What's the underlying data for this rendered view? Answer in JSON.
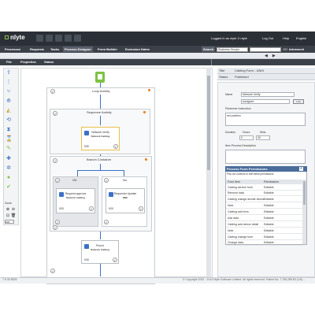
{
  "app": {
    "logo_text": "nlyte"
  },
  "toplinks": {
    "user": "Logged in as nlyte X nlyte",
    "logout": "Log Out",
    "help": "Help",
    "language": "English"
  },
  "nav": {
    "tabs": [
      "Processes",
      "Requests",
      "Tasks",
      "Process Designer",
      "Form Builder",
      "Exclusion Dates"
    ],
    "active": "Process Designer"
  },
  "search": {
    "label": "Search",
    "selected": "Business Groups",
    "go": "GO",
    "advanced": "Advanced"
  },
  "subtabs": {
    "file": "File",
    "properties": "Properties",
    "status": "Status"
  },
  "canvas": {
    "loop_title": "Loop Activity",
    "seq_title": "Sequence Activity",
    "network_verify": {
      "name": "Network Verify",
      "sub": "Network Cabling",
      "id": "930"
    },
    "branch_title": "Branch Container",
    "branch_ok": "OK",
    "branch_no": "No",
    "request_approve": {
      "name": "Request approve",
      "sub": "Network Cabling",
      "id": "920"
    },
    "requestor_update": {
      "name": "Requestor Update",
      "sub": "NNE",
      "id": "920"
    },
    "punch": {
      "name": "Punch",
      "sub": "Network Cabling",
      "id": "940"
    }
  },
  "zoom": {
    "label": "Zoom",
    "value": "100"
  },
  "footer": {
    "version": "7.5.30.8525",
    "copyright": "© Copyright 2002 - 2014 Nlyte Software Limited. All rights reserved. Patent No. 7,765,286 B2 (US) ..."
  },
  "details": {
    "title_key": "Title",
    "title_val": "Cabling Form - UNIX",
    "status_key": "Status",
    "status_val": "Published"
  },
  "form": {
    "name_label": "Name",
    "name_value": "Network Verify",
    "assign_value": "Assignee",
    "link_btn": "Link",
    "performer_label": "Performer Instruction",
    "performer_value": "set position",
    "duration_label": "Duration",
    "hours_label": "Hours",
    "mins_label": "Mins",
    "hours_value": "0",
    "mins_value": "30",
    "desc_label": "Item Process Description"
  },
  "permissions": {
    "title": "Process Form Permissions",
    "note": "Pick out controls to edit these permissions",
    "col_field": "Form Item",
    "col_perm": "Permissions",
    "rows": [
      {
        "field": "Cabling service form",
        "perm": "Editable"
      },
      {
        "field": "Remove data",
        "perm": "Editable"
      },
      {
        "field": "Cabling change decide device",
        "perm": "Editable"
      },
      {
        "field": "Note",
        "perm": "Editable"
      },
      {
        "field": "Cabling add form",
        "perm": "Editable"
      },
      {
        "field": "Add data",
        "perm": "Editable"
      },
      {
        "field": "Cabling add device detail",
        "perm": "Editable"
      },
      {
        "field": "Note",
        "perm": "Editable"
      },
      {
        "field": "Cabling change form",
        "perm": "Editable"
      },
      {
        "field": "Change data",
        "perm": "Editable"
      }
    ]
  },
  "colors": {
    "topbar": "#2b2f36",
    "navbar": "#3c4149",
    "accent": "#4b6d9b",
    "start": "#7dc242",
    "selected": "#e8c04a",
    "arrow": "#3b71c8"
  }
}
